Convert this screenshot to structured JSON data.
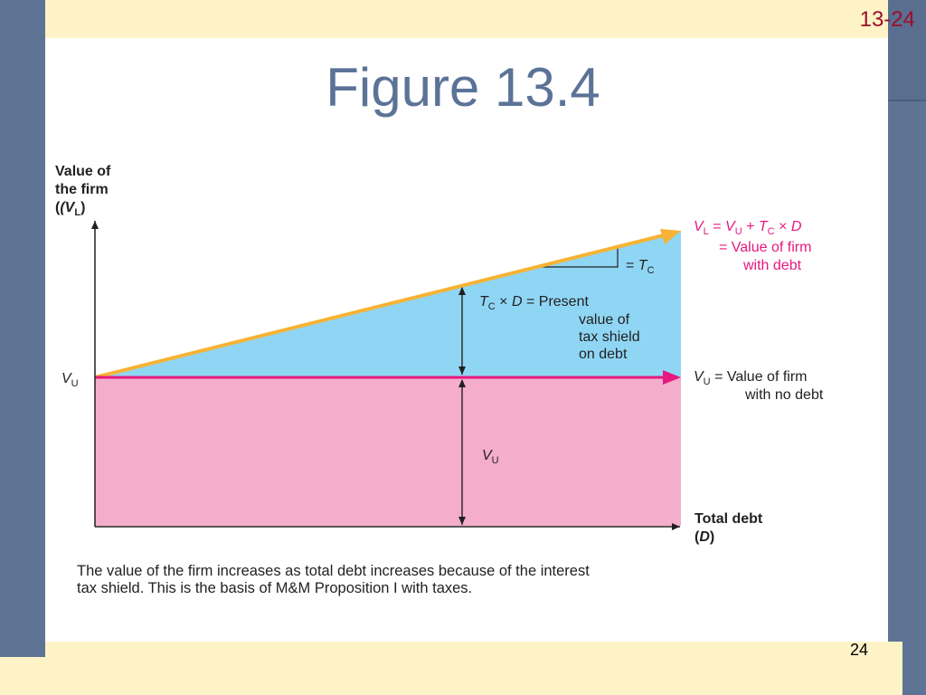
{
  "slide": {
    "code": "13-24",
    "title": "Figure 13.4",
    "page_number": "24"
  },
  "colors": {
    "frame_blue": "#5f7395",
    "frame_cream": "#fdf3c6",
    "levered_line": "#f7b334",
    "unlevered_line": "#e6187f",
    "tax_shield_fill": "#8fd6f4",
    "unlevered_fill": "#f4aecb",
    "title_color": "#5b7397",
    "code_color": "#9b0f2a"
  },
  "diagram": {
    "y_axis_label": [
      "Value of",
      "the firm",
      "(V",
      "L",
      ")"
    ],
    "x_axis_label": [
      "Total debt",
      "(D",
      ")"
    ],
    "vu_axis_tick": {
      "main": "V",
      "sub": "U"
    },
    "vl_line_label": {
      "line1": {
        "a": "V",
        "a_sub": "L",
        "b": " = ",
        "c": "V",
        "c_sub": "U",
        "d": " + ",
        "e": "T",
        "e_sub": "C",
        "f": " × ",
        "g": "D"
      },
      "line2": "= Value of firm",
      "line3": "with debt"
    },
    "slope_label": {
      "prefix": "= ",
      "main": "T",
      "sub": "C"
    },
    "tax_shield_label": {
      "line1": {
        "a": "T",
        "a_sub": "C",
        "b": " × ",
        "c": "D",
        "d": "  =  Present"
      },
      "line2": "value of",
      "line3": "tax shield",
      "line4": "on debt"
    },
    "vu_line_label": {
      "main": "V",
      "sub": "U",
      "line1": " = Value of firm",
      "line2": "with no debt"
    },
    "vu_region_label": {
      "main": "V",
      "sub": "U"
    },
    "caption": [
      "The value of the firm increases as total debt increases because of the interest",
      "tax shield. This is the basis of M&M Proposition I with taxes."
    ]
  }
}
